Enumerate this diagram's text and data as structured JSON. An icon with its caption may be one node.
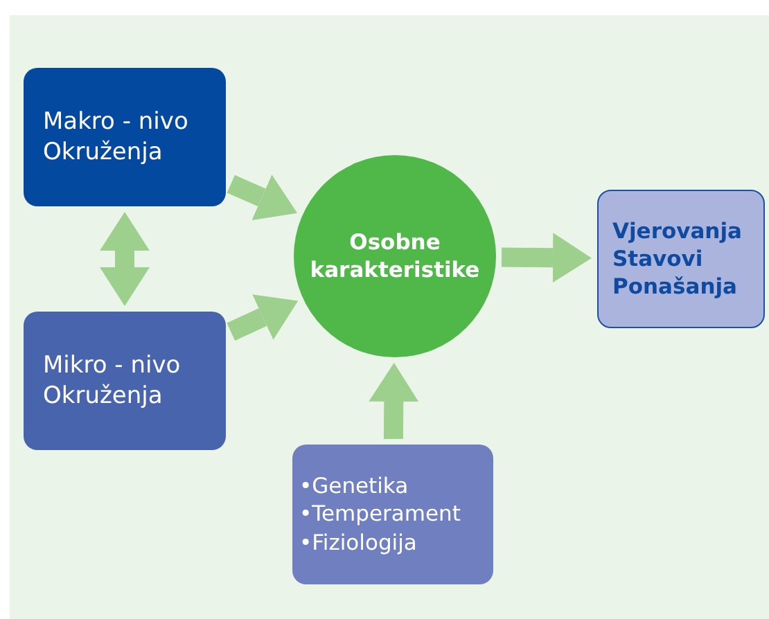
{
  "diagram": {
    "nodes": [
      {
        "text": [
          "Makro - nivo Okruženja"
        ]
      },
      {
        "text": [
          "Osobne karakteristike"
        ]
      },
      {
        "text": [
          "Vjerovanja Stavovi Ponašanja"
        ]
      },
      {
        "text": [
          "Mikro - nivo Okruženja"
        ]
      },
      {
        "text": [
          "•Genetika",
          "•Temperament",
          "•Fiziologija"
        ]
      }
    ],
    "edges": [
      {
        "from": 0,
        "to": 1,
        "arrow": "to"
      },
      {
        "from": 1,
        "to": 2,
        "arrow": "to"
      },
      {
        "from": 0,
        "to": 3,
        "arrow": "both"
      },
      {
        "from": 3,
        "to": 1,
        "arrow": "to"
      },
      {
        "from": 4,
        "to": 1,
        "arrow": "to"
      }
    ]
  }
}
